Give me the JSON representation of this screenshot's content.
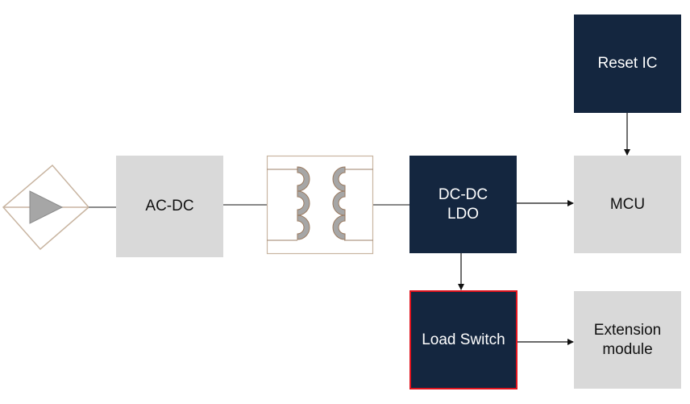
{
  "diagram": {
    "title": "",
    "colors": {
      "dark_block": "#14263f",
      "light_block": "#d9d9d9",
      "highlight_border": "#e0141e",
      "symbol_outline": "#c8b4a0",
      "symbol_fill": "#a6a6a6",
      "wire": "#404040"
    },
    "nodes": {
      "ac_source": {
        "label": "",
        "icon": "ac-source-symbol"
      },
      "ac_dc": {
        "label": "AC-DC"
      },
      "transformer": {
        "label": "",
        "icon": "transformer-symbol"
      },
      "dcdc_ldo": {
        "label": "DC-DC\nLDO"
      },
      "mcu": {
        "label": "MCU"
      },
      "reset_ic": {
        "label": "Reset IC"
      },
      "load_switch": {
        "label": "Load Switch",
        "highlighted": true
      },
      "extension_module": {
        "label": "Extension\nmodule"
      }
    },
    "edges": [
      {
        "from": "ac_source",
        "to": "ac_dc",
        "arrow": false
      },
      {
        "from": "ac_dc",
        "to": "transformer",
        "arrow": false
      },
      {
        "from": "transformer",
        "to": "dcdc_ldo",
        "arrow": false
      },
      {
        "from": "dcdc_ldo",
        "to": "mcu",
        "arrow": true
      },
      {
        "from": "reset_ic",
        "to": "mcu",
        "arrow": true
      },
      {
        "from": "dcdc_ldo",
        "to": "load_switch",
        "arrow": true
      },
      {
        "from": "load_switch",
        "to": "extension_module",
        "arrow": true
      }
    ]
  }
}
